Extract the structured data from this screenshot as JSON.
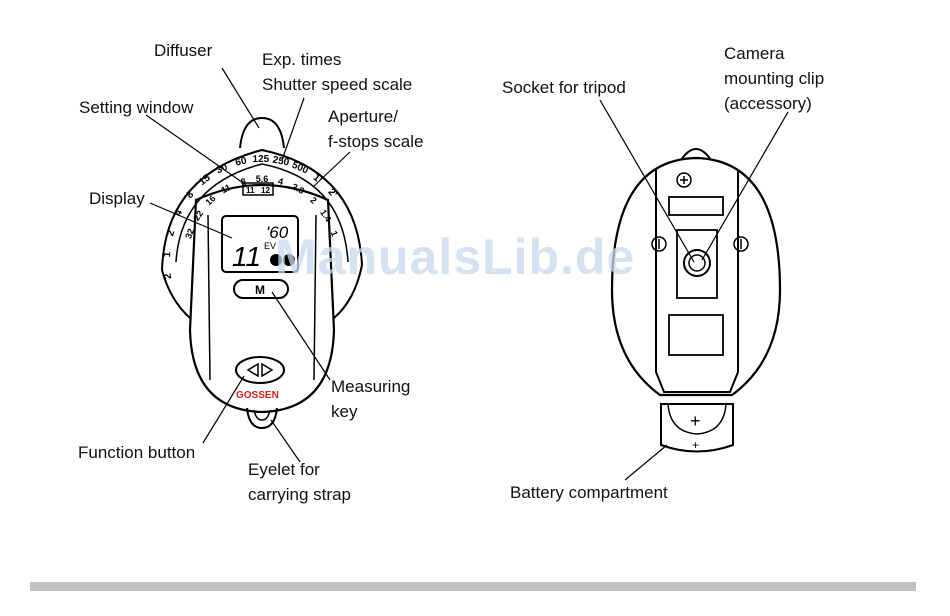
{
  "labels": {
    "diffuser": "Diffuser",
    "exp_times": "Exp. times",
    "shutter_scale": "Shutter speed scale",
    "setting_window": "Setting window",
    "aperture_1": "Aperture/",
    "aperture_2": "f-stops scale",
    "display": "Display",
    "measuring_1": "Measuring",
    "measuring_2": "key",
    "function_button": "Function button",
    "eyelet_1": "Eyelet for",
    "eyelet_2": "carrying strap",
    "socket_tripod": "Socket for tripod",
    "clip_1": "Camera",
    "clip_2": "mounting clip",
    "clip_3": "(accessory)",
    "battery": "Battery compartment"
  },
  "device": {
    "brand": "GOSSEN",
    "key_label": "M",
    "display_main": "11",
    "display_small": "'60",
    "display_unit": "EV",
    "shutter_scale_values": [
      "2",
      "1",
      "2",
      "4",
      "8",
      "15",
      "30",
      "60",
      "125",
      "250",
      "500",
      "1'",
      "2'"
    ],
    "aperture_scale_values": [
      "32",
      "22",
      "16",
      "11",
      "8",
      "5.6",
      "4",
      "2.8",
      "2",
      "1.4",
      "1"
    ],
    "window_values": [
      "11",
      "12"
    ],
    "battery_symbols": [
      "+",
      "+"
    ]
  },
  "watermark": "ManualsLib.de"
}
